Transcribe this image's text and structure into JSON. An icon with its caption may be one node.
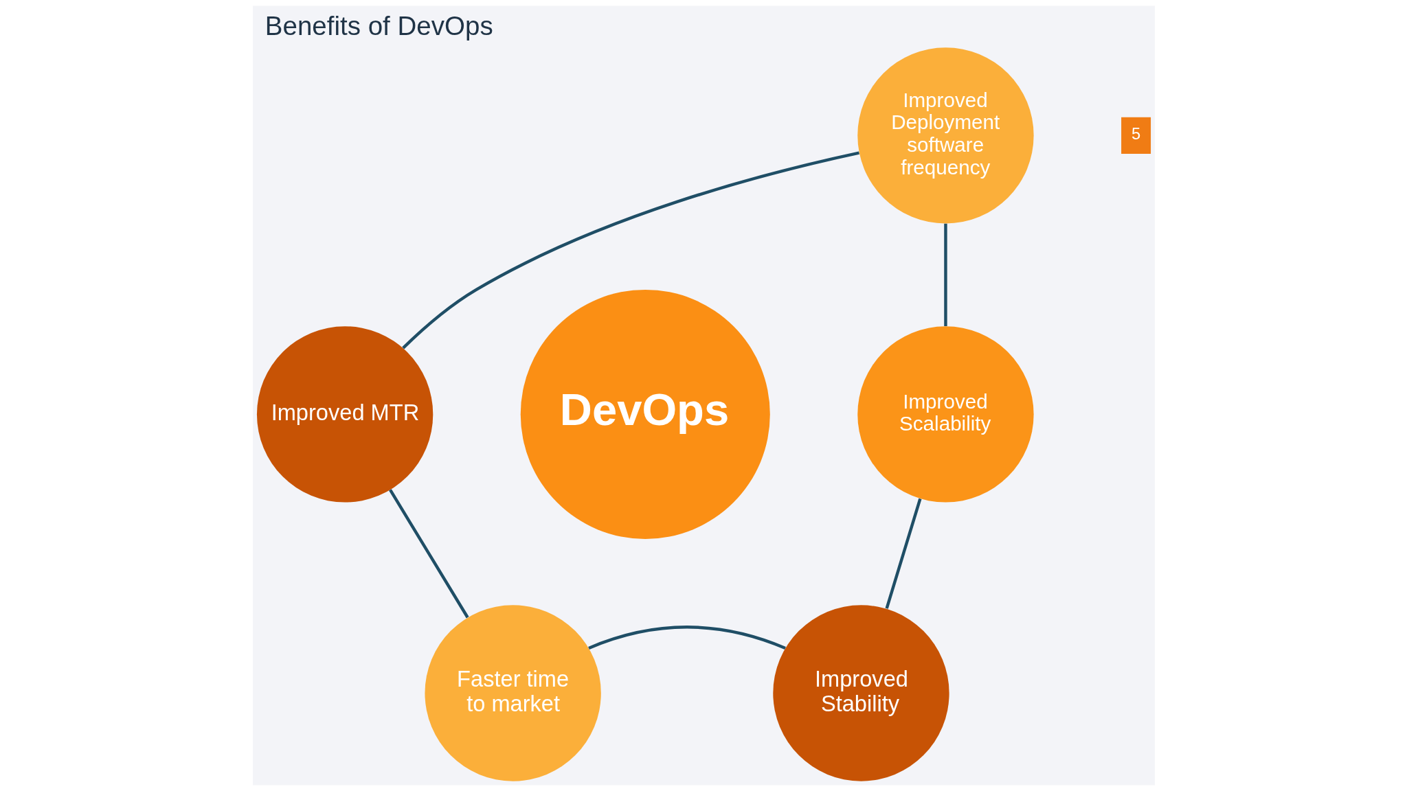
{
  "diagram": {
    "title": "Benefits of DevOps",
    "nodes": [
      {
        "text": [
          "DevOps"
        ]
      },
      {
        "text": [
          "Improved Deployment software frequency"
        ]
      },
      {
        "text": [
          "Improved Scalability"
        ]
      },
      {
        "text": [
          "Improved Stability"
        ]
      },
      {
        "text": [
          "Faster time to market"
        ]
      },
      {
        "text": [
          "Improved MTR"
        ]
      }
    ],
    "edges": [
      {
        "from": 1,
        "to": 2,
        "arrow": "none"
      },
      {
        "from": 2,
        "to": 3,
        "arrow": "none"
      },
      {
        "from": 3,
        "to": 4,
        "arrow": "none"
      },
      {
        "from": 4,
        "to": 5,
        "arrow": "none"
      },
      {
        "from": 5,
        "to": 1,
        "arrow": "none"
      }
    ],
    "labels": [
      "5"
    ]
  }
}
